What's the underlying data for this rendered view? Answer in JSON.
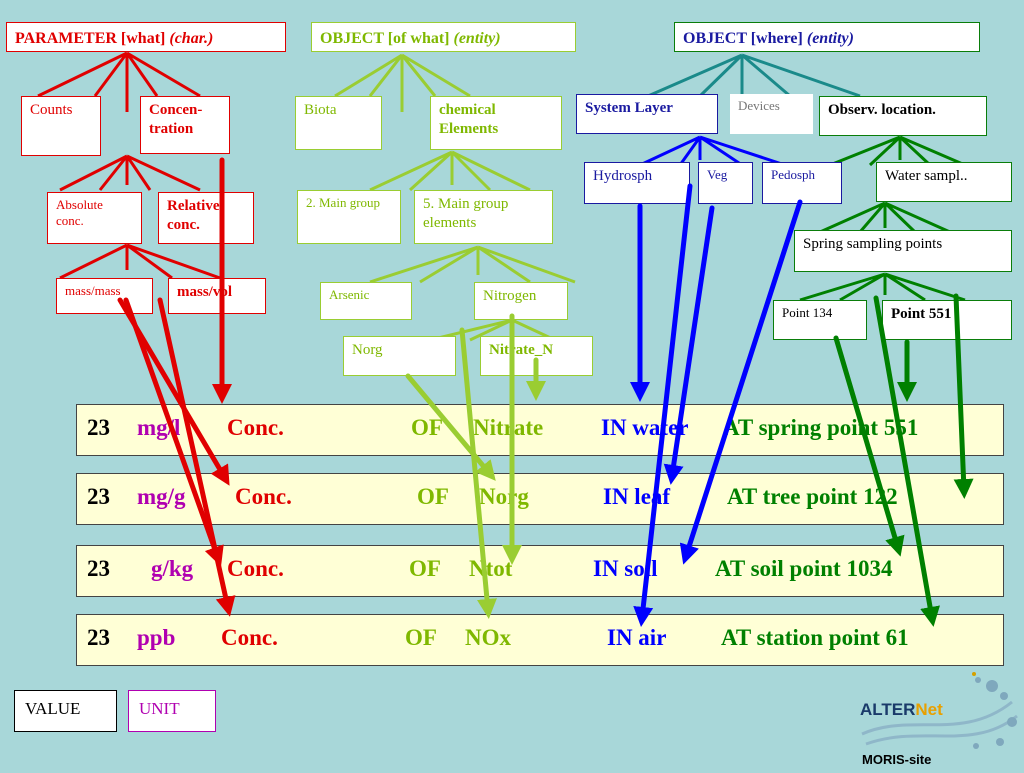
{
  "headers": {
    "parameter": {
      "main": "PARAMETER [what]",
      "em": "(char.)"
    },
    "object_what": {
      "main": "OBJECT [of what]",
      "em": "(entity)"
    },
    "object_where": {
      "main": "OBJECT [where]",
      "em": "(entity)"
    }
  },
  "parameter_tree": {
    "counts": "Counts",
    "concentration": "Concen-tration",
    "absolute": "Absolute conc.",
    "relative": "Relative conc.",
    "mass_mass": "mass/mass",
    "mass_vol": "mass/vol"
  },
  "object_tree": {
    "biota": "Biota",
    "chemical": "chemical Elements",
    "main2": "2. Main group",
    "main5": "5. Main group elements",
    "arsenic": "Arsenic",
    "nitrogen": "Nitrogen",
    "norg": "Norg",
    "nitrate_n": "Nitrate_N"
  },
  "where_tree": {
    "system_layer": "System Layer",
    "devices": "Devices",
    "observ": "Observ. location.",
    "hydrosph": "Hydrosph",
    "veg": "Veg",
    "pedosph": "Pedosph",
    "water_sampl": "Water sampl..",
    "spring": "Spring sampling points",
    "point134": "Point 134",
    "point551": "Point 551"
  },
  "rows": [
    {
      "value": "23",
      "unit": "mg/l",
      "param": "Conc.",
      "of": "OF",
      "object": "Nitrate",
      "in": "IN water",
      "at": "AT spring point 551"
    },
    {
      "value": "23",
      "unit": "mg/g",
      "param": "Conc.",
      "of": "OF",
      "object": "Norg",
      "in": "IN leaf",
      "at": "AT tree  point 122"
    },
    {
      "value": "23",
      "unit": "g/kg",
      "param": "Conc.",
      "of": "OF",
      "object": "Ntot",
      "in": "IN soil",
      "at": "AT soil point 1034"
    },
    {
      "value": "23",
      "unit": "ppb",
      "param": "Conc.",
      "of": "OF",
      "object": "NOx",
      "in": "IN air",
      "at": "AT station point 61"
    }
  ],
  "legend": {
    "value": "VALUE",
    "unit": "UNIT"
  },
  "logo": {
    "name_a": "ALTER",
    "name_b": "Net",
    "site": "MORIS-site"
  },
  "colors": {
    "red": "#e00000",
    "lime": "#9acd32",
    "blue": "#0000ff",
    "green": "#008000",
    "teal": "#1a8a8a",
    "background": "#a8d7d9"
  }
}
